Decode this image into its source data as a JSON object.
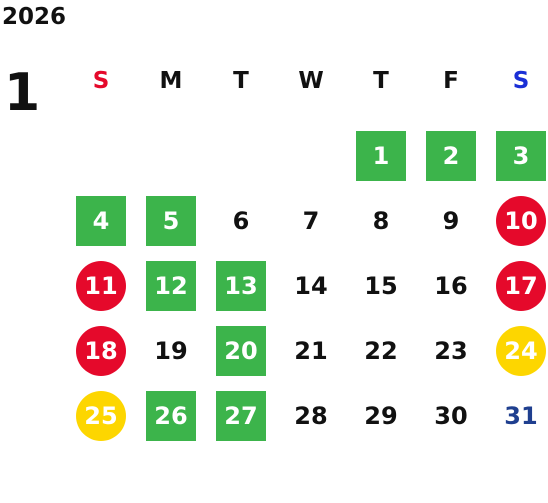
{
  "calendar": {
    "year": "2026",
    "month": "1",
    "weekdays": [
      {
        "label": "S",
        "color": "#e5092b"
      },
      {
        "label": "M",
        "color": "#111111"
      },
      {
        "label": "T",
        "color": "#111111"
      },
      {
        "label": "W",
        "color": "#111111"
      },
      {
        "label": "T",
        "color": "#111111"
      },
      {
        "label": "F",
        "color": "#111111"
      },
      {
        "label": "S",
        "color": "#1a2fd6"
      }
    ],
    "days": [
      {
        "n": "1",
        "style": "green"
      },
      {
        "n": "2",
        "style": "green"
      },
      {
        "n": "3",
        "style": "green"
      },
      {
        "n": "4",
        "style": "green"
      },
      {
        "n": "5",
        "style": "green"
      },
      {
        "n": "6",
        "style": "plain"
      },
      {
        "n": "7",
        "style": "plain"
      },
      {
        "n": "8",
        "style": "plain"
      },
      {
        "n": "9",
        "style": "plain"
      },
      {
        "n": "10",
        "style": "red"
      },
      {
        "n": "11",
        "style": "red"
      },
      {
        "n": "12",
        "style": "green"
      },
      {
        "n": "13",
        "style": "green"
      },
      {
        "n": "14",
        "style": "plain"
      },
      {
        "n": "15",
        "style": "plain"
      },
      {
        "n": "16",
        "style": "plain"
      },
      {
        "n": "17",
        "style": "red"
      },
      {
        "n": "18",
        "style": "red"
      },
      {
        "n": "19",
        "style": "plain"
      },
      {
        "n": "20",
        "style": "green"
      },
      {
        "n": "21",
        "style": "plain"
      },
      {
        "n": "22",
        "style": "plain"
      },
      {
        "n": "23",
        "style": "plain"
      },
      {
        "n": "24",
        "style": "yellow"
      },
      {
        "n": "25",
        "style": "yellow"
      },
      {
        "n": "26",
        "style": "green"
      },
      {
        "n": "27",
        "style": "green"
      },
      {
        "n": "28",
        "style": "plain"
      },
      {
        "n": "29",
        "style": "plain"
      },
      {
        "n": "30",
        "style": "plain"
      },
      {
        "n": "31",
        "style": "blue-text"
      }
    ],
    "first_weekday_index": 4,
    "colors": {
      "green": "#3cb44b",
      "red": "#e5092b",
      "yellow": "#fdd600",
      "blue_text": "#1f3f8f"
    }
  }
}
